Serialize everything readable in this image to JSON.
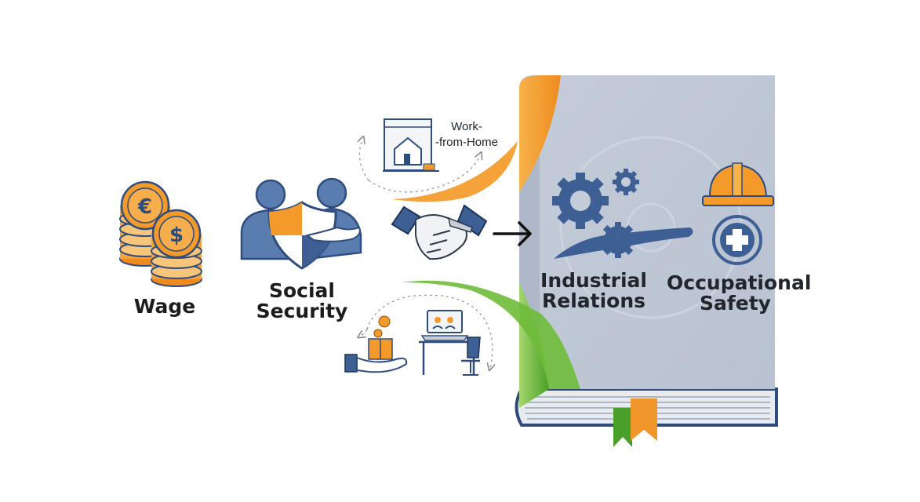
{
  "labels": {
    "wage": "Wage",
    "social_security": [
      "Social",
      "Security"
    ],
    "industrial_relations": [
      "Industrial",
      "Relations"
    ],
    "occupational_safety": [
      "Occupational",
      "Safety"
    ],
    "work_from_home": [
      "Work-",
      "-from-Home"
    ]
  },
  "icons": {
    "coin_symbols": [
      "€",
      "$"
    ]
  },
  "colors": {
    "orange": "#F0962A",
    "green": "#4A9E2A",
    "navy": "#2E4C7E",
    "steel_blue": "#4F6E9E",
    "book_cover": "#C9D0DC"
  }
}
